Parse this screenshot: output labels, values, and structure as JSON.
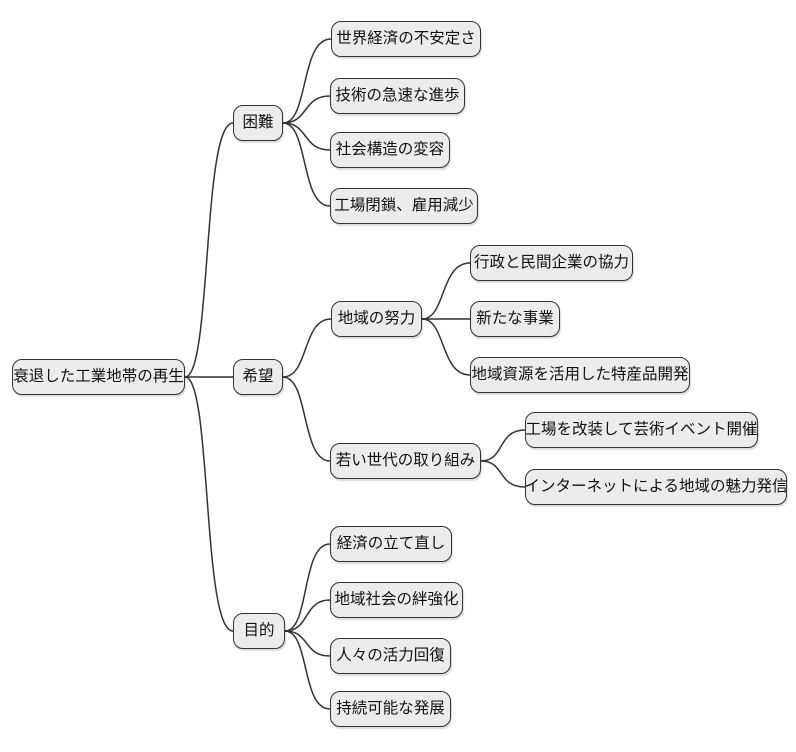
{
  "diagram": {
    "type": "mindmap",
    "background_color": "#ffffff",
    "node_fill_color": "#ececec",
    "node_border_color": "#333333",
    "edge_color": "#333333",
    "root": {
      "label": "衰退した工業地帯の再生",
      "children": [
        {
          "label": "困難",
          "children": [
            {
              "label": "世界経済の不安定さ"
            },
            {
              "label": "技術の急速な進歩"
            },
            {
              "label": "社会構造の変容"
            },
            {
              "label": "工場閉鎖、雇用減少"
            }
          ]
        },
        {
          "label": "希望",
          "children": [
            {
              "label": "地域の努力",
              "children": [
                {
                  "label": "行政と民間企業の協力"
                },
                {
                  "label": "新たな事業"
                },
                {
                  "label": "地域資源を活用した特産品開発"
                }
              ]
            },
            {
              "label": "若い世代の取り組み",
              "children": [
                {
                  "label": "工場を改装して芸術イベント開催"
                },
                {
                  "label": "インターネットによる地域の魅力発信"
                }
              ]
            }
          ]
        },
        {
          "label": "目的",
          "children": [
            {
              "label": "経済の立て直し"
            },
            {
              "label": "地域社会の絆強化"
            },
            {
              "label": "人々の活力回復"
            },
            {
              "label": "持続可能な発展"
            }
          ]
        }
      ]
    }
  }
}
